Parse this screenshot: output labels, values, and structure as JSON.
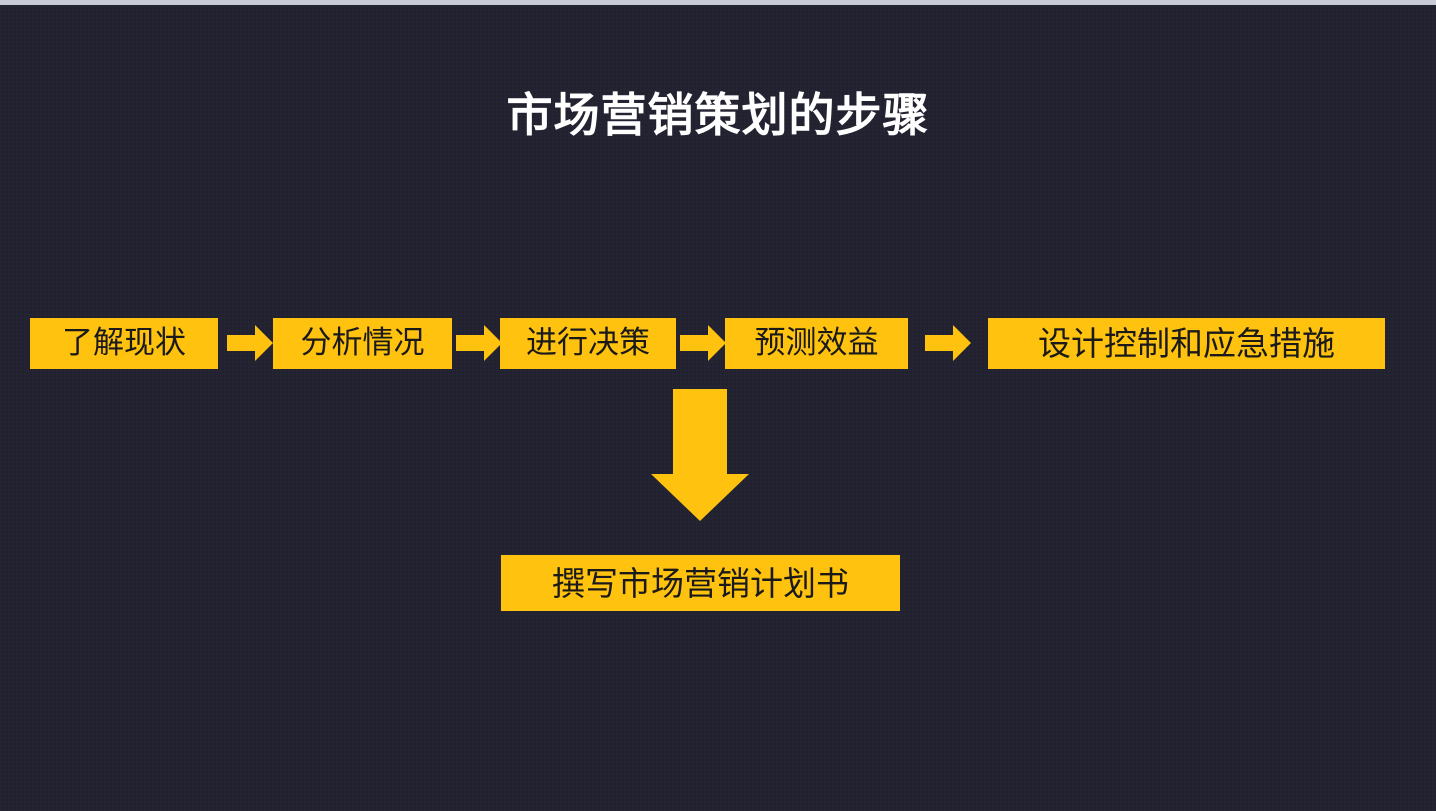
{
  "slide": {
    "title": "市场营销策划的步骤",
    "background_color": "#212130",
    "accent_color": "#FFC20E",
    "title_color": "#FFFFFF",
    "box_text_color": "#1A1A1A",
    "top_strip_color": "#C9CCD6"
  },
  "chart_data": {
    "type": "diagram",
    "title": "市场营销策划的步骤",
    "layout": "horizontal-flow-with-branch",
    "steps": [
      {
        "index": 1,
        "label": "了解现状"
      },
      {
        "index": 2,
        "label": "分析情况"
      },
      {
        "index": 3,
        "label": "进行决策"
      },
      {
        "index": 4,
        "label": "预测效益"
      },
      {
        "index": 5,
        "label": "设计控制和应急措施"
      }
    ],
    "connectors": [
      {
        "from": 1,
        "to": 2,
        "icon": "arrow-right-icon"
      },
      {
        "from": 2,
        "to": 3,
        "icon": "arrow-right-icon"
      },
      {
        "from": 3,
        "to": 4,
        "icon": "arrow-right-icon"
      },
      {
        "from": 4,
        "to": 5,
        "icon": "arrow-right-icon"
      },
      {
        "from": 3,
        "to": "final",
        "icon": "arrow-down-icon"
      }
    ],
    "final_step": {
      "label": "撰写市场营销计划书"
    }
  },
  "flow": {
    "boxes": [
      {
        "label": "了解现状"
      },
      {
        "label": "分析情况"
      },
      {
        "label": "进行决策"
      },
      {
        "label": "预测效益"
      },
      {
        "label": "设计控制和应急措施"
      }
    ],
    "result_box": {
      "label": "撰写市场营销计划书"
    }
  }
}
